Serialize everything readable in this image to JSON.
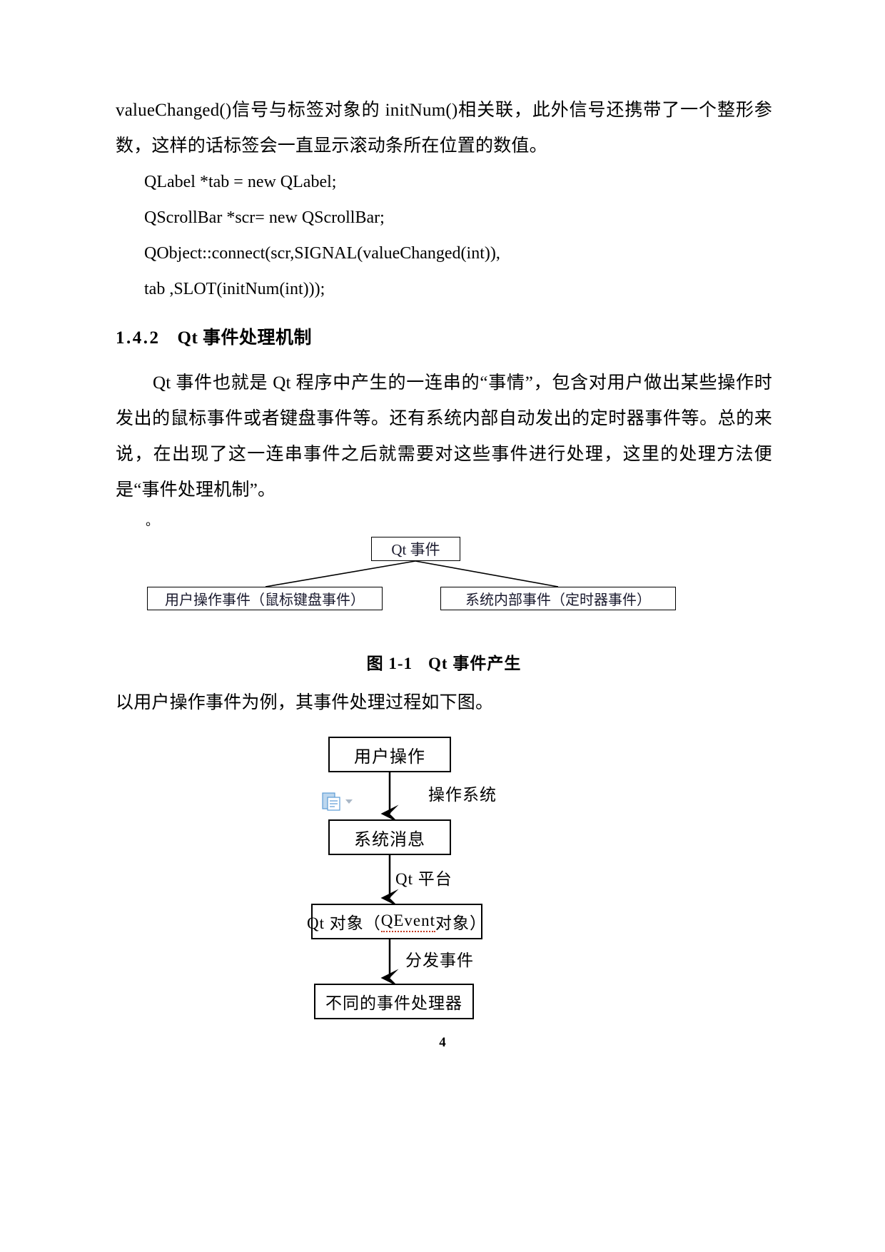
{
  "document": {
    "paragraphs": [
      "valueChanged()信号与标签对象的 initNum()相关联，此外信号还携带了一个整形参数，这样的话标签会一直显示滚动条所在位置的数值。"
    ],
    "code_lines": [
      "QLabel *tab = new QLabel;",
      "QScrollBar *scr= new QScrollBar;",
      "QObject::connect(scr,SIGNAL(valueChanged(int)),",
      "tab ,SLOT(initNum(int)));"
    ],
    "heading": {
      "number": "1.4.2",
      "title": "Qt 事件处理机制"
    },
    "body_paragraph": "Qt 事件也就是 Qt 程序中产生的一连串的“事情”，包含对用户做出某些操作时发出的鼠标事件或者键盘事件等。还有系统内部自动发出的定时器事件等。总的来说，在出现了这一连串事件之后就需要对这些事件进行处理，这里的处理方法便是“事件处理机制”。",
    "stray_mark": "。",
    "figure_1": {
      "root_label": "Qt 事件",
      "left_label": "用户操作事件（鼠标键盘事件）",
      "right_label": "系统内部事件（定时器事件）",
      "caption_number": "图 1-1",
      "caption_title": "Qt 事件产生"
    },
    "after_figure_text": "以用户操作事件为例，其事件处理过程如下图。",
    "flowchart": {
      "nodes": [
        "用户操作",
        "系统消息",
        "Qt 对象（QEvent 对象）",
        "不同的事件处理器"
      ],
      "node3_prefix": "Qt 对象（",
      "node3_underlined": "QEvent",
      "node3_suffix": " 对象）",
      "edge_labels": [
        "操作系统",
        "Qt 平台",
        "分发事件"
      ]
    },
    "paste_icon_name": "paste-document-icon",
    "page_number": "4"
  }
}
